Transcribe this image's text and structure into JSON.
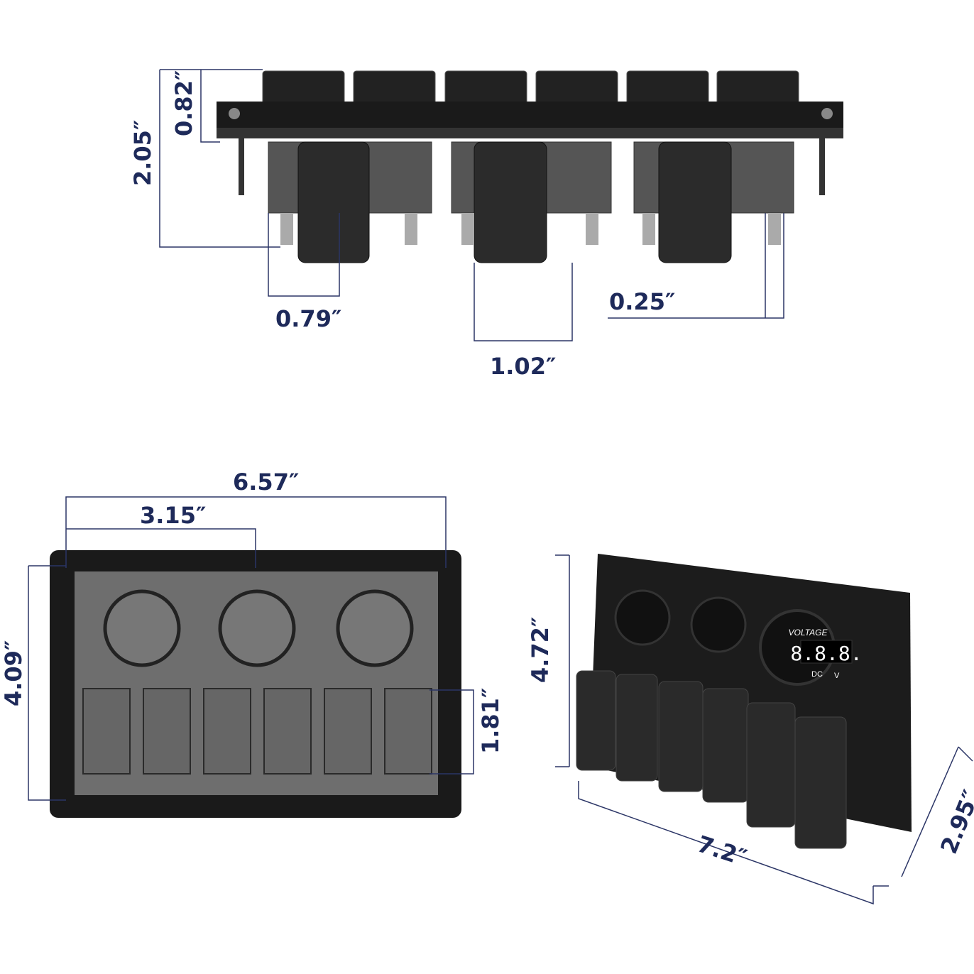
{
  "top_view": {
    "dims": {
      "overall_depth": "2.05″",
      "switch_height": "0.82″",
      "socket_width": "0.79″",
      "socket_spacing": "1.02″",
      "terminal_width": "0.25″"
    }
  },
  "front_view": {
    "dims": {
      "width": "6.57″",
      "hole_spacing": "3.15″",
      "height": "4.09″",
      "switch_height": "1.81″"
    }
  },
  "perspective_view": {
    "dims": {
      "height": "4.72″",
      "width": "7.2″",
      "depth": "2.95″"
    },
    "voltmeter": {
      "label": "VOLTAGE",
      "reading": "8.8.8.",
      "dc": "DC",
      "unit": "V",
      "digit_color": "#ffffff"
    }
  },
  "colors": {
    "dimension_text": "#1e2a5a",
    "panel": "#1a1a1a",
    "inner": "#6e6e6e"
  }
}
